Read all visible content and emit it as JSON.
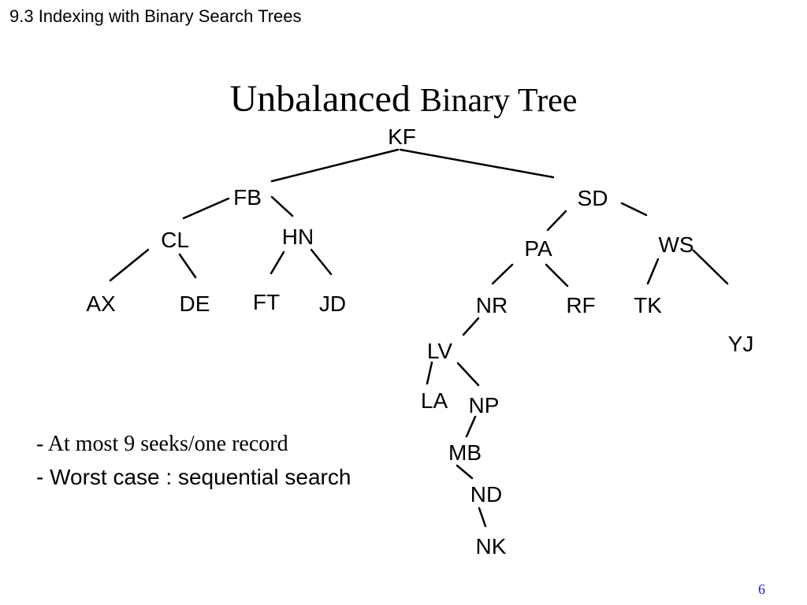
{
  "header": {
    "text": "9.3 Indexing with Binary Search Trees"
  },
  "title": {
    "part1": "Unbalanced ",
    "part2": "Binary Tree"
  },
  "tree": {
    "nodes": [
      {
        "id": "KF",
        "label": "KF"
      },
      {
        "id": "FB",
        "label": "FB"
      },
      {
        "id": "SD",
        "label": "SD"
      },
      {
        "id": "CL",
        "label": "CL"
      },
      {
        "id": "HN",
        "label": "HN"
      },
      {
        "id": "PA",
        "label": "PA"
      },
      {
        "id": "WS",
        "label": "WS"
      },
      {
        "id": "AX",
        "label": "AX"
      },
      {
        "id": "DE",
        "label": "DE"
      },
      {
        "id": "FT",
        "label": "FT"
      },
      {
        "id": "JD",
        "label": "JD"
      },
      {
        "id": "NR",
        "label": "NR"
      },
      {
        "id": "RF",
        "label": "RF"
      },
      {
        "id": "TK",
        "label": "TK"
      },
      {
        "id": "YJ",
        "label": "YJ"
      },
      {
        "id": "LV",
        "label": "LV"
      },
      {
        "id": "LA",
        "label": "LA"
      },
      {
        "id": "NP",
        "label": "NP"
      },
      {
        "id": "MB",
        "label": "MB"
      },
      {
        "id": "ND",
        "label": "ND"
      },
      {
        "id": "NK",
        "label": "NK"
      }
    ],
    "edges": [
      [
        "KF",
        "FB"
      ],
      [
        "KF",
        "SD"
      ],
      [
        "FB",
        "CL"
      ],
      [
        "FB",
        "HN"
      ],
      [
        "SD",
        "PA"
      ],
      [
        "SD",
        "WS"
      ],
      [
        "CL",
        "AX"
      ],
      [
        "CL",
        "DE"
      ],
      [
        "HN",
        "FT"
      ],
      [
        "HN",
        "JD"
      ],
      [
        "PA",
        "NR"
      ],
      [
        "PA",
        "RF"
      ],
      [
        "WS",
        "TK"
      ],
      [
        "WS",
        "YJ"
      ],
      [
        "NR",
        "LV"
      ],
      [
        "LV",
        "LA"
      ],
      [
        "LV",
        "NP"
      ],
      [
        "NP",
        "MB"
      ],
      [
        "MB",
        "ND"
      ],
      [
        "ND",
        "NK"
      ]
    ]
  },
  "notes": {
    "line1": "- At most 9 seeks/one record",
    "line2": "- Worst case : sequential search"
  },
  "page_number": "6"
}
